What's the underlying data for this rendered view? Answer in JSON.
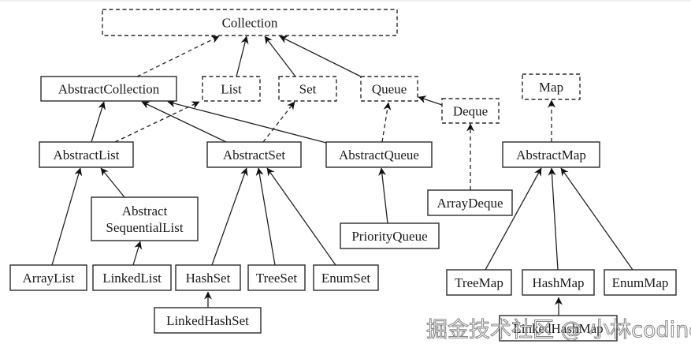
{
  "diagram": {
    "title": "Java Collections Framework hierarchy",
    "nodes": [
      {
        "id": "Collection",
        "label": "Collection",
        "kind": "interface"
      },
      {
        "id": "AbstractCollection",
        "label": "AbstractCollection",
        "kind": "class"
      },
      {
        "id": "List",
        "label": "List",
        "kind": "interface"
      },
      {
        "id": "Set",
        "label": "Set",
        "kind": "interface"
      },
      {
        "id": "Queue",
        "label": "Queue",
        "kind": "interface"
      },
      {
        "id": "Map",
        "label": "Map",
        "kind": "interface"
      },
      {
        "id": "Deque",
        "label": "Deque",
        "kind": "interface"
      },
      {
        "id": "AbstractList",
        "label": "AbstractList",
        "kind": "class"
      },
      {
        "id": "AbstractSet",
        "label": "AbstractSet",
        "kind": "class"
      },
      {
        "id": "AbstractQueue",
        "label": "AbstractQueue",
        "kind": "class"
      },
      {
        "id": "AbstractMap",
        "label": "AbstractMap",
        "kind": "class"
      },
      {
        "id": "ArrayDeque",
        "label": "ArrayDeque",
        "kind": "class"
      },
      {
        "id": "AbstractSequentialList",
        "label": [
          "Abstract",
          "SequentialList"
        ],
        "kind": "class"
      },
      {
        "id": "PriorityQueue",
        "label": "PriorityQueue",
        "kind": "class"
      },
      {
        "id": "ArrayList",
        "label": "ArrayList",
        "kind": "class"
      },
      {
        "id": "LinkedList",
        "label": "LinkedList",
        "kind": "class"
      },
      {
        "id": "HashSet",
        "label": "HashSet",
        "kind": "class"
      },
      {
        "id": "TreeSet",
        "label": "TreeSet",
        "kind": "class"
      },
      {
        "id": "EnumSet",
        "label": "EnumSet",
        "kind": "class"
      },
      {
        "id": "TreeMap",
        "label": "TreeMap",
        "kind": "class"
      },
      {
        "id": "HashMap",
        "label": "HashMap",
        "kind": "class"
      },
      {
        "id": "EnumMap",
        "label": "EnumMap",
        "kind": "class"
      },
      {
        "id": "LinkedHashSet",
        "label": "LinkedHashSet",
        "kind": "class"
      },
      {
        "id": "LinkedHashMap",
        "label": "LinkedHashMap",
        "kind": "class"
      }
    ],
    "edges": [
      {
        "from": "AbstractCollection",
        "to": "Collection",
        "type": "implements"
      },
      {
        "from": "List",
        "to": "Collection",
        "type": "extends"
      },
      {
        "from": "Set",
        "to": "Collection",
        "type": "extends"
      },
      {
        "from": "Queue",
        "to": "Collection",
        "type": "extends"
      },
      {
        "from": "Deque",
        "to": "Queue",
        "type": "extends"
      },
      {
        "from": "AbstractList",
        "to": "AbstractCollection",
        "type": "extends"
      },
      {
        "from": "AbstractList",
        "to": "List",
        "type": "implements"
      },
      {
        "from": "AbstractSet",
        "to": "AbstractCollection",
        "type": "extends"
      },
      {
        "from": "AbstractSet",
        "to": "Set",
        "type": "implements"
      },
      {
        "from": "AbstractQueue",
        "to": "AbstractCollection",
        "type": "extends"
      },
      {
        "from": "AbstractQueue",
        "to": "Queue",
        "type": "implements"
      },
      {
        "from": "AbstractMap",
        "to": "Map",
        "type": "implements"
      },
      {
        "from": "ArrayDeque",
        "to": "Deque",
        "type": "implements"
      },
      {
        "from": "AbstractSequentialList",
        "to": "AbstractList",
        "type": "extends"
      },
      {
        "from": "ArrayList",
        "to": "AbstractList",
        "type": "extends"
      },
      {
        "from": "LinkedList",
        "to": "AbstractSequentialList",
        "type": "extends"
      },
      {
        "from": "HashSet",
        "to": "AbstractSet",
        "type": "extends"
      },
      {
        "from": "TreeSet",
        "to": "AbstractSet",
        "type": "extends"
      },
      {
        "from": "EnumSet",
        "to": "AbstractSet",
        "type": "extends"
      },
      {
        "from": "PriorityQueue",
        "to": "AbstractQueue",
        "type": "extends"
      },
      {
        "from": "TreeMap",
        "to": "AbstractMap",
        "type": "extends"
      },
      {
        "from": "HashMap",
        "to": "AbstractMap",
        "type": "extends"
      },
      {
        "from": "EnumMap",
        "to": "AbstractMap",
        "type": "extends"
      },
      {
        "from": "LinkedHashSet",
        "to": "HashSet",
        "type": "extends"
      },
      {
        "from": "LinkedHashMap",
        "to": "HashMap",
        "type": "extends"
      }
    ]
  },
  "watermark": "掘金技术社区 @ 小林coding"
}
